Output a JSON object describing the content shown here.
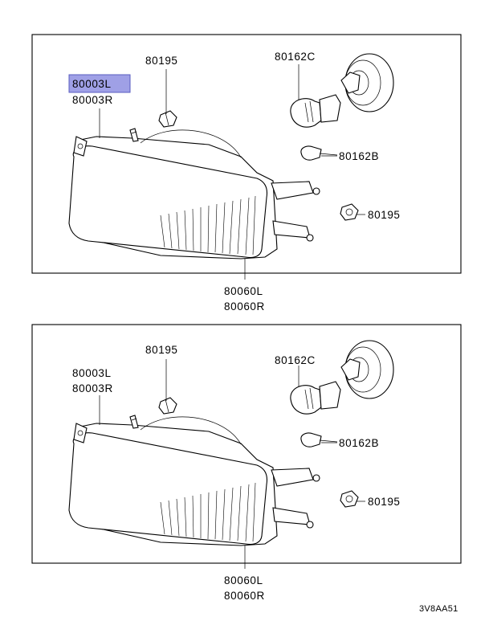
{
  "diagrams": [
    {
      "labels": {
        "headlamp_left": "80003L",
        "headlamp_right": "80003R",
        "nut_top": "80195",
        "bulb_main": "80162C",
        "bulb_small": "80162B",
        "nut_bottom": "80195",
        "assembly_left": "80060L",
        "assembly_right": "80060R"
      },
      "highlighted": "headlamp_left",
      "highlight_color": "#9fa0e6"
    },
    {
      "labels": {
        "headlamp_left": "80003L",
        "headlamp_right": "80003R",
        "nut_top": "80195",
        "bulb_main": "80162C",
        "bulb_small": "80162B",
        "nut_bottom": "80195",
        "assembly_left": "80060L",
        "assembly_right": "80060R"
      }
    }
  ],
  "figure_code": "3V8AA51"
}
